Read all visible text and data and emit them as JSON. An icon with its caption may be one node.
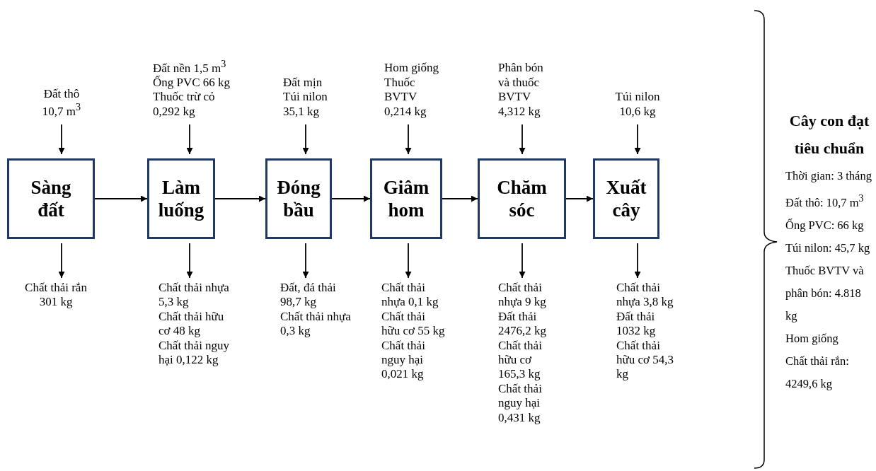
{
  "diagram": {
    "nodes": [
      {
        "text": [
          "Sàng đất"
        ]
      },
      {
        "text": [
          "Làm luống"
        ]
      },
      {
        "text": [
          "Đóng bầu"
        ]
      },
      {
        "text": [
          "Giâm hom"
        ]
      },
      {
        "text": [
          "Chăm sóc"
        ]
      },
      {
        "text": [
          "Xuất cây"
        ]
      },
      {
        "text": [
          "Đất thô 10,7 m$^{3}$"
        ]
      },
      {
        "text": [
          "Đất nền 1,5 m$^{3}$",
          "Ống PVC 66 kg",
          "Thuốc trừ cỏ 0,292 kg"
        ]
      },
      {
        "text": [
          "Đất mịn",
          "Túi nilon 35,1 kg"
        ]
      },
      {
        "text": [
          "Hom giống",
          "Thuốc BVTV 0,214 kg"
        ]
      },
      {
        "text": [
          "Phân bón và thuốc BVTV",
          "4,312 kg"
        ]
      },
      {
        "text": [
          "Túi nilon 10,6 kg"
        ]
      },
      {
        "text": [
          "Chất thải rắn 301 kg"
        ]
      },
      {
        "text": [
          "Chất thải nhựa 5,3 kg",
          "Chất thải hữu cơ 48 kg",
          "Chất thải nguy hại 0,122 kg"
        ]
      },
      {
        "text": [
          "Đất, đá thải 98,7 kg",
          "Chất thải nhựa 0,3 kg"
        ]
      },
      {
        "text": [
          "Chất thải nhựa 0,1 kg",
          "Chất thải hữu cơ 55 kg",
          "Chất thải nguy hại 0,021 kg"
        ]
      },
      {
        "text": [
          "Chất thải nhựa 9 kg",
          "Đất thải 2476,2 kg",
          "Chất thải hữu cơ 165,3 kg",
          "Chất thải nguy hại 0,431 kg"
        ]
      },
      {
        "text": [
          "Chất thải nhựa 3,8 kg",
          "Đất thải 1032 kg",
          "Chất thải hữu cơ 54,3 kg"
        ]
      }
    ],
    "edges": [
      {
        "from": 0,
        "to": 1,
        "arrow": "to"
      },
      {
        "from": 1,
        "to": 2,
        "arrow": "to"
      },
      {
        "from": 2,
        "to": 3,
        "arrow": "to"
      },
      {
        "from": 3,
        "to": 4,
        "arrow": "to"
      },
      {
        "from": 4,
        "to": 5,
        "arrow": "to"
      },
      {
        "from": 6,
        "to": 0,
        "arrow": "to"
      },
      {
        "from": 7,
        "to": 1,
        "arrow": "to"
      },
      {
        "from": 8,
        "to": 2,
        "arrow": "to"
      },
      {
        "from": 9,
        "to": 3,
        "arrow": "to"
      },
      {
        "from": 10,
        "to": 4,
        "arrow": "to"
      },
      {
        "from": 11,
        "to": 5,
        "arrow": "to"
      },
      {
        "from": 0,
        "to": 12,
        "arrow": "to"
      },
      {
        "from": 1,
        "to": 13,
        "arrow": "to"
      },
      {
        "from": 2,
        "to": 14,
        "arrow": "to"
      },
      {
        "from": 3,
        "to": 15,
        "arrow": "to"
      },
      {
        "from": 4,
        "to": 16,
        "arrow": "to"
      },
      {
        "from": 5,
        "to": 17,
        "arrow": "to"
      }
    ],
    "labels": [
      "Cây con đạt tiêu chuẩn",
      "Thời gian: 3 tháng",
      "Đất thô: 10,7 m$^{3}$",
      "Ống PVC: 66 kg",
      "Túi nilon: 45,7 kg",
      "Thuốc BVTV và phân bón: 4.818 kg",
      "Hom giống",
      "Chất thải rắn: 4249,6 kg"
    ]
  }
}
